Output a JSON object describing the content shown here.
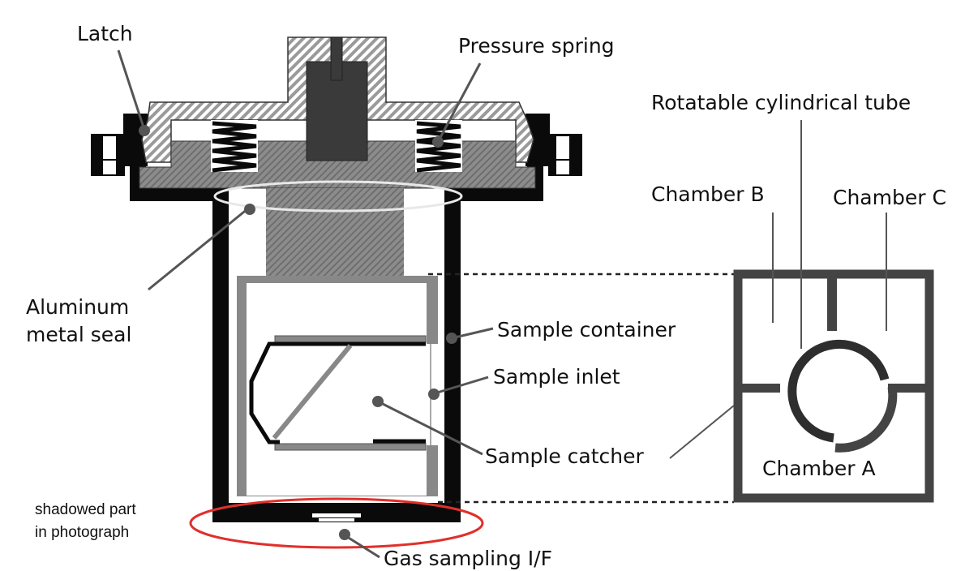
{
  "diagram": {
    "labels": {
      "latch": "Latch",
      "pressure_spring": "Pressure spring",
      "aluminum_seal_line1": "Aluminum",
      "aluminum_seal_line2": "metal seal",
      "sample_container": "Sample container",
      "sample_inlet": "Sample inlet",
      "sample_catcher": "Sample catcher",
      "gas_sampling": "Gas sampling I/F",
      "shadowed_line1": "shadowed part",
      "shadowed_line2": "in photograph",
      "rotatable_tube": "Rotatable cylindrical tube",
      "chamber_a": "Chamber A",
      "chamber_b": "Chamber B",
      "chamber_c": "Chamber C"
    },
    "colors": {
      "body_black": "#0a0a0a",
      "hatch_gray": "#8a8a8a",
      "container_gray": "#888888",
      "chamber_wall": "#444444",
      "leader_gray": "#555555",
      "highlight_red": "#e0302a"
    }
  }
}
